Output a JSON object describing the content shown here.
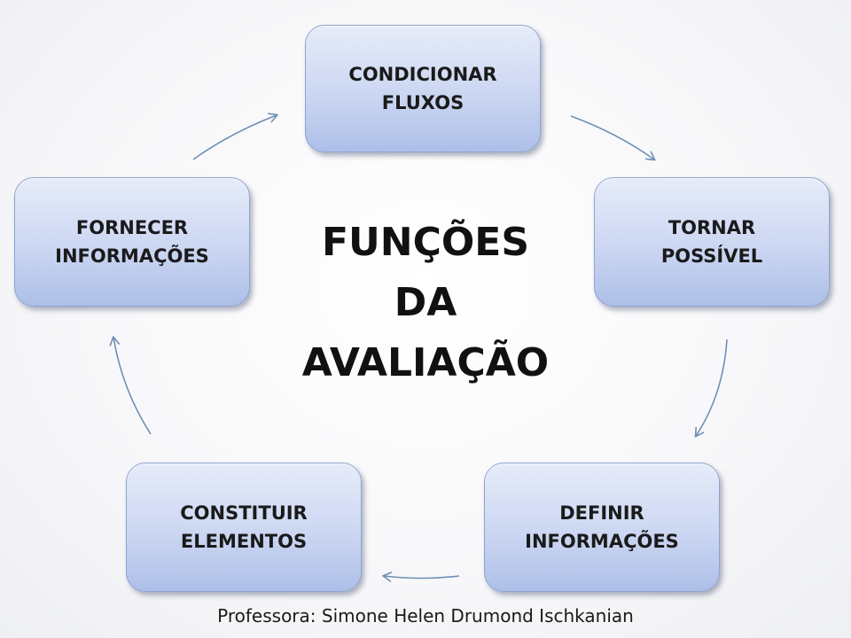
{
  "title": "FUNÇÕES\nDA\nAVALIAÇÃO",
  "nodes": {
    "top": "CONDICIONAR\nFLUXOS",
    "right": "TORNAR\nPOSSÍVEL",
    "bottom_right": "DEFINIR\nINFORMAÇÕES",
    "bottom_left": "CONSTITUIR\nELEMENTOS",
    "left": "FORNECER\nINFORMAÇÕES"
  },
  "credit": "Professora: Simone Helen Drumond Ischkanian",
  "colors": {
    "box_top": "#e6ecf9",
    "box_bottom": "#aebfe8",
    "box_border": "#8fa3cf",
    "arrow": "#6f8fb5",
    "text": "#1a1a1a"
  }
}
